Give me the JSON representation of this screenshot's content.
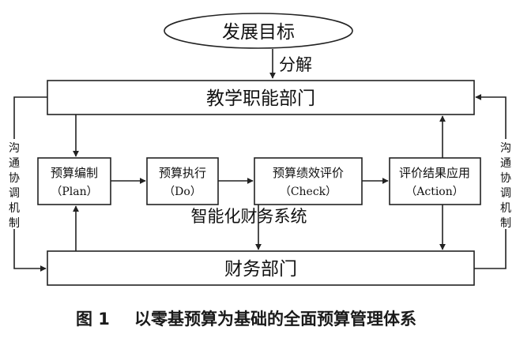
{
  "goal": {
    "label": "发展目标"
  },
  "decompose": {
    "label": "分解"
  },
  "teaching_dept": {
    "label": "教学职能部门"
  },
  "finance_dept": {
    "label": "财务部门"
  },
  "steps": [
    {
      "name": "预算编制",
      "en": "（Plan）"
    },
    {
      "name": "预算执行",
      "en": "（Do）"
    },
    {
      "name": "预算绩效评价",
      "en": "（Check）"
    },
    {
      "name": "评价结果应用",
      "en": "（Action）"
    }
  ],
  "center_label": "智能化财务系统",
  "side_left": [
    "沟",
    "通",
    "协",
    "调",
    "机",
    "制"
  ],
  "side_right": [
    "沟",
    "通",
    "协",
    "调",
    "机",
    "制"
  ],
  "caption": {
    "fig": "图 1",
    "text": "以零基预算为基础的全面预算管理体系"
  }
}
